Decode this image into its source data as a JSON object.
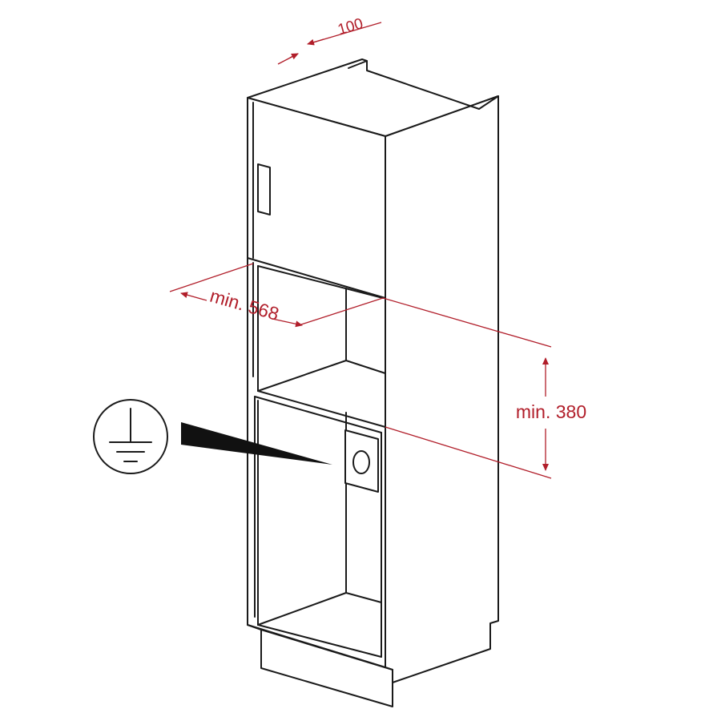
{
  "dimensions": {
    "depth_gap": "100",
    "width": "min. 568",
    "height": "min. 380"
  },
  "icons": {
    "ground": "ground-symbol-icon"
  },
  "colors": {
    "dimension": "#b11e2a",
    "outline": "#1a1a1a",
    "pointer": "#111111"
  }
}
